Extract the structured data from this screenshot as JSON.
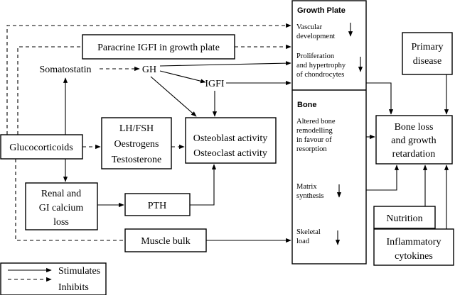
{
  "nodes": {
    "growth_plate_title": "Growth Plate",
    "vascular": [
      "Vascular",
      "development"
    ],
    "proliferation": [
      "Proliferation",
      "and hypertrophy",
      "of chondrocytes"
    ],
    "bone_title": "Bone",
    "altered": [
      "Altered bone",
      "remodelling",
      "in favour of",
      "resorption"
    ],
    "matrix": [
      "Matrix",
      "synthesis"
    ],
    "skeletal": [
      "Skeletal",
      "load"
    ],
    "paracrine": "Paracrine IGFI in growth plate",
    "somatostatin": "Somatostatin",
    "gh": "GH",
    "igfi": "IGFI",
    "glucocorticoids": "Glucocorticoids",
    "lh_fsh": [
      "LH/FSH",
      "Oestrogens",
      "Testosterone"
    ],
    "osteo": [
      "Osteoblast activity",
      "Osteoclast activity"
    ],
    "renal": [
      "Renal and",
      "GI calcium",
      "loss"
    ],
    "pth": "PTH",
    "muscle": "Muscle bulk",
    "primary": [
      "Primary",
      "disease"
    ],
    "bone_loss": [
      "Bone loss",
      "and growth",
      "retardation"
    ],
    "nutrition": "Nutrition",
    "inflammatory": [
      "Inflammatory",
      "cytokines"
    ]
  },
  "legend": {
    "stimulates": "Stimulates",
    "inhibits": "Inhibits"
  }
}
